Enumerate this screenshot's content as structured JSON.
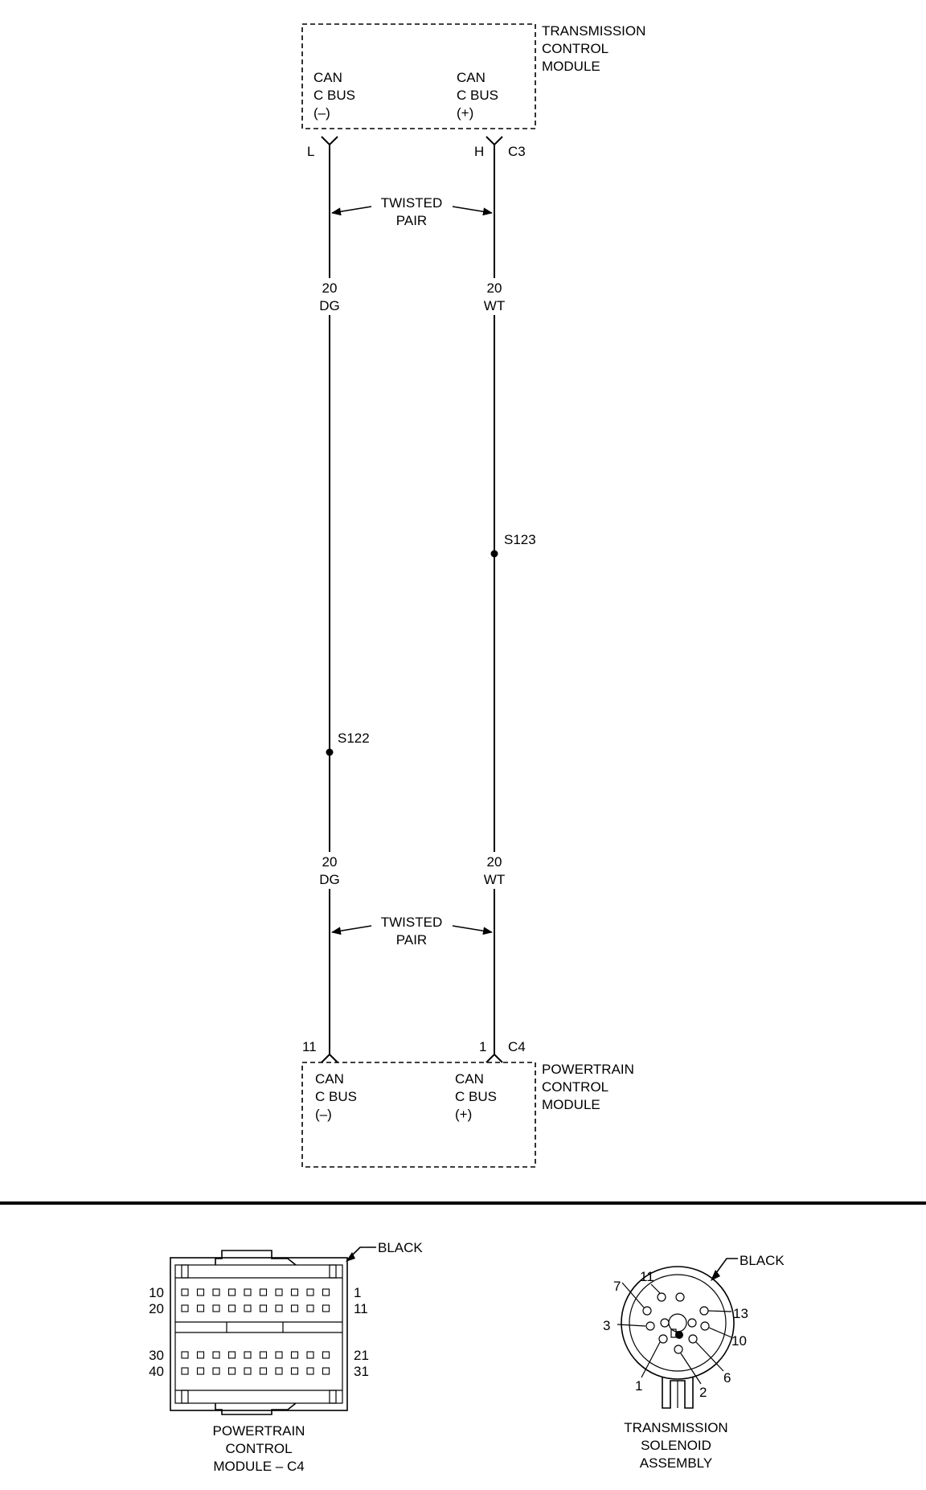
{
  "tcm": {
    "title": [
      "TRANSMISSION",
      "CONTROL",
      "MODULE"
    ],
    "left_circuit": [
      "CAN",
      "C BUS",
      "(–)"
    ],
    "right_circuit": [
      "CAN",
      "C BUS",
      "(+)"
    ],
    "left_pin": "L",
    "right_pin": "H",
    "connector": "C3"
  },
  "pcm": {
    "title": [
      "POWERTRAIN",
      "CONTROL",
      "MODULE"
    ],
    "left_circuit": [
      "CAN",
      "C BUS",
      "(–)"
    ],
    "right_circuit": [
      "CAN",
      "C BUS",
      "(+)"
    ],
    "left_pin": "11",
    "right_pin": "1",
    "connector": "C4"
  },
  "twisted_pair": [
    "TWISTED",
    "PAIR"
  ],
  "wires": {
    "left": {
      "gauge": "20",
      "color": "DG",
      "splice": "S122"
    },
    "right": {
      "gauge": "20",
      "color": "WT",
      "splice": "S123"
    }
  },
  "pcm_connector_view": {
    "caption": [
      "POWERTRAIN",
      "CONTROL",
      "MODULE – C4"
    ],
    "color_label": "BLACK",
    "row_labels_left": [
      "10",
      "20",
      "30",
      "40"
    ],
    "row_labels_right": [
      "1",
      "11",
      "21",
      "31"
    ]
  },
  "solenoid_connector_view": {
    "caption": [
      "TRANSMISSION",
      "SOLENOID",
      "ASSEMBLY"
    ],
    "color_label": "BLACK",
    "pin_labels": [
      "11",
      "7",
      "3",
      "1",
      "2",
      "6",
      "10",
      "13"
    ]
  }
}
